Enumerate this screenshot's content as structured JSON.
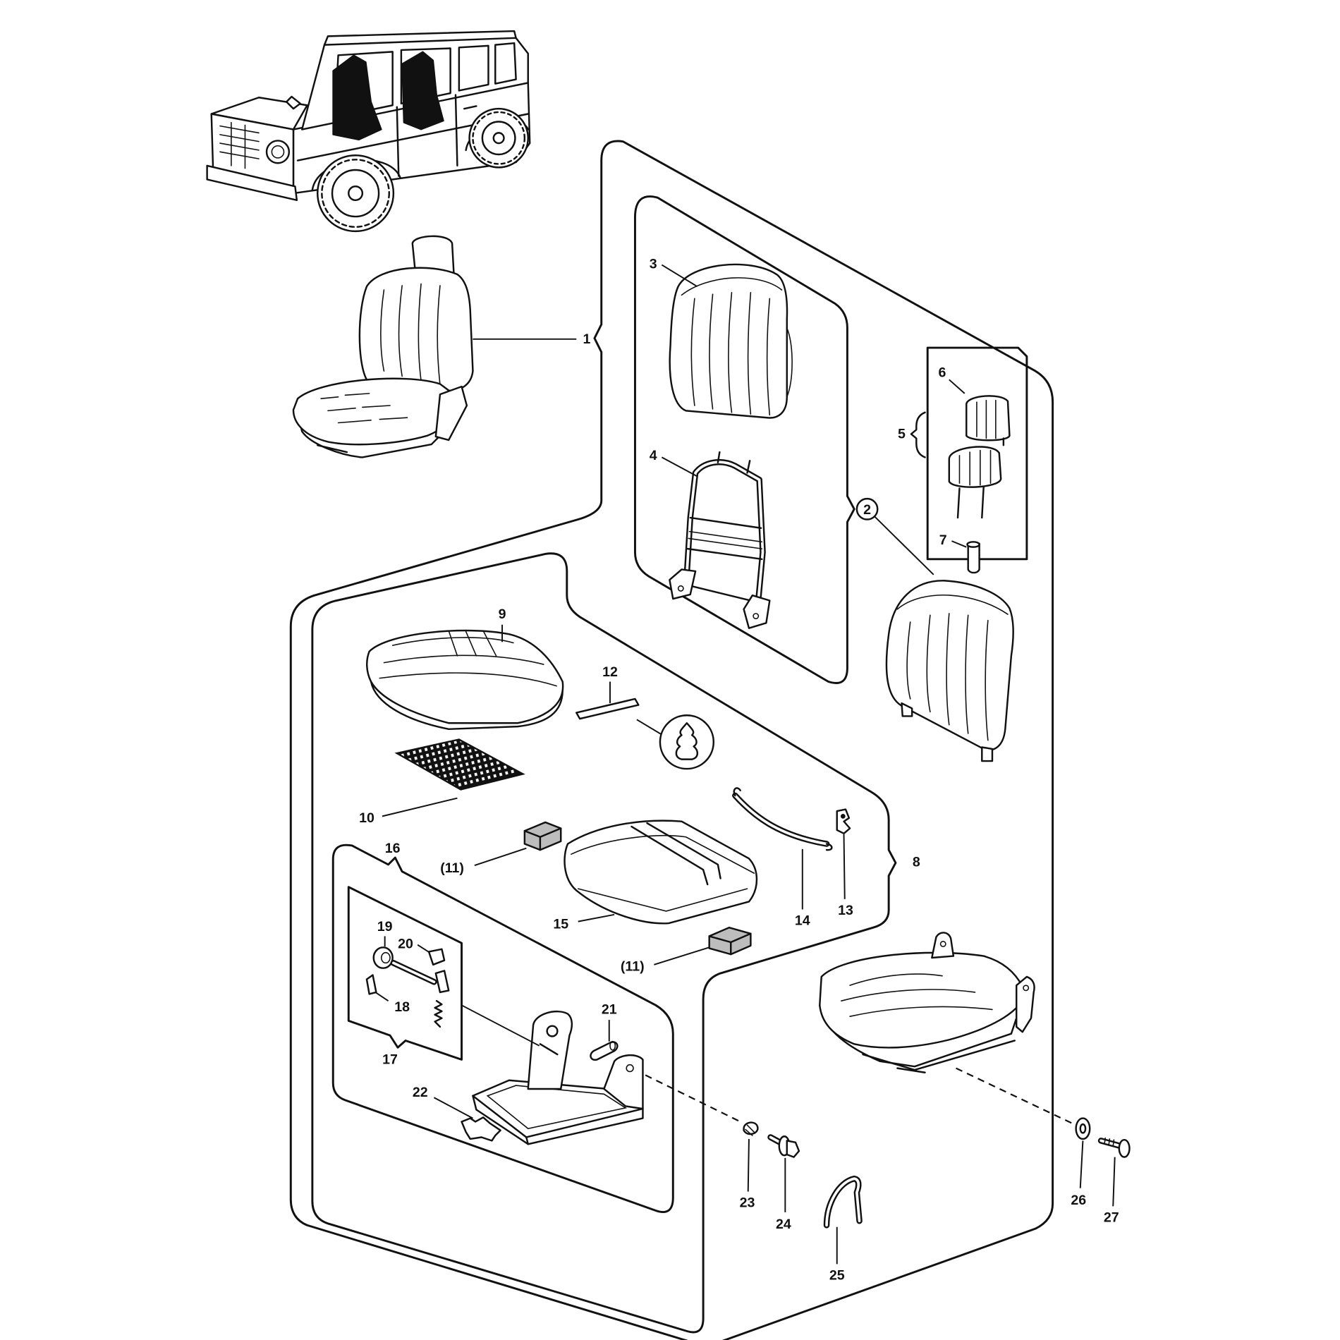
{
  "callouts": [
    "1",
    "2",
    "3",
    "4",
    "5",
    "6",
    "7",
    "8",
    "9",
    "10",
    "(11)",
    "(11)",
    "12",
    "13",
    "14",
    "15",
    "16",
    "17",
    "18",
    "19",
    "20",
    "21",
    "22",
    "23",
    "24",
    "25",
    "26",
    "27"
  ],
  "colors": {
    "ink": "#111111",
    "paper": "#ffffff"
  }
}
